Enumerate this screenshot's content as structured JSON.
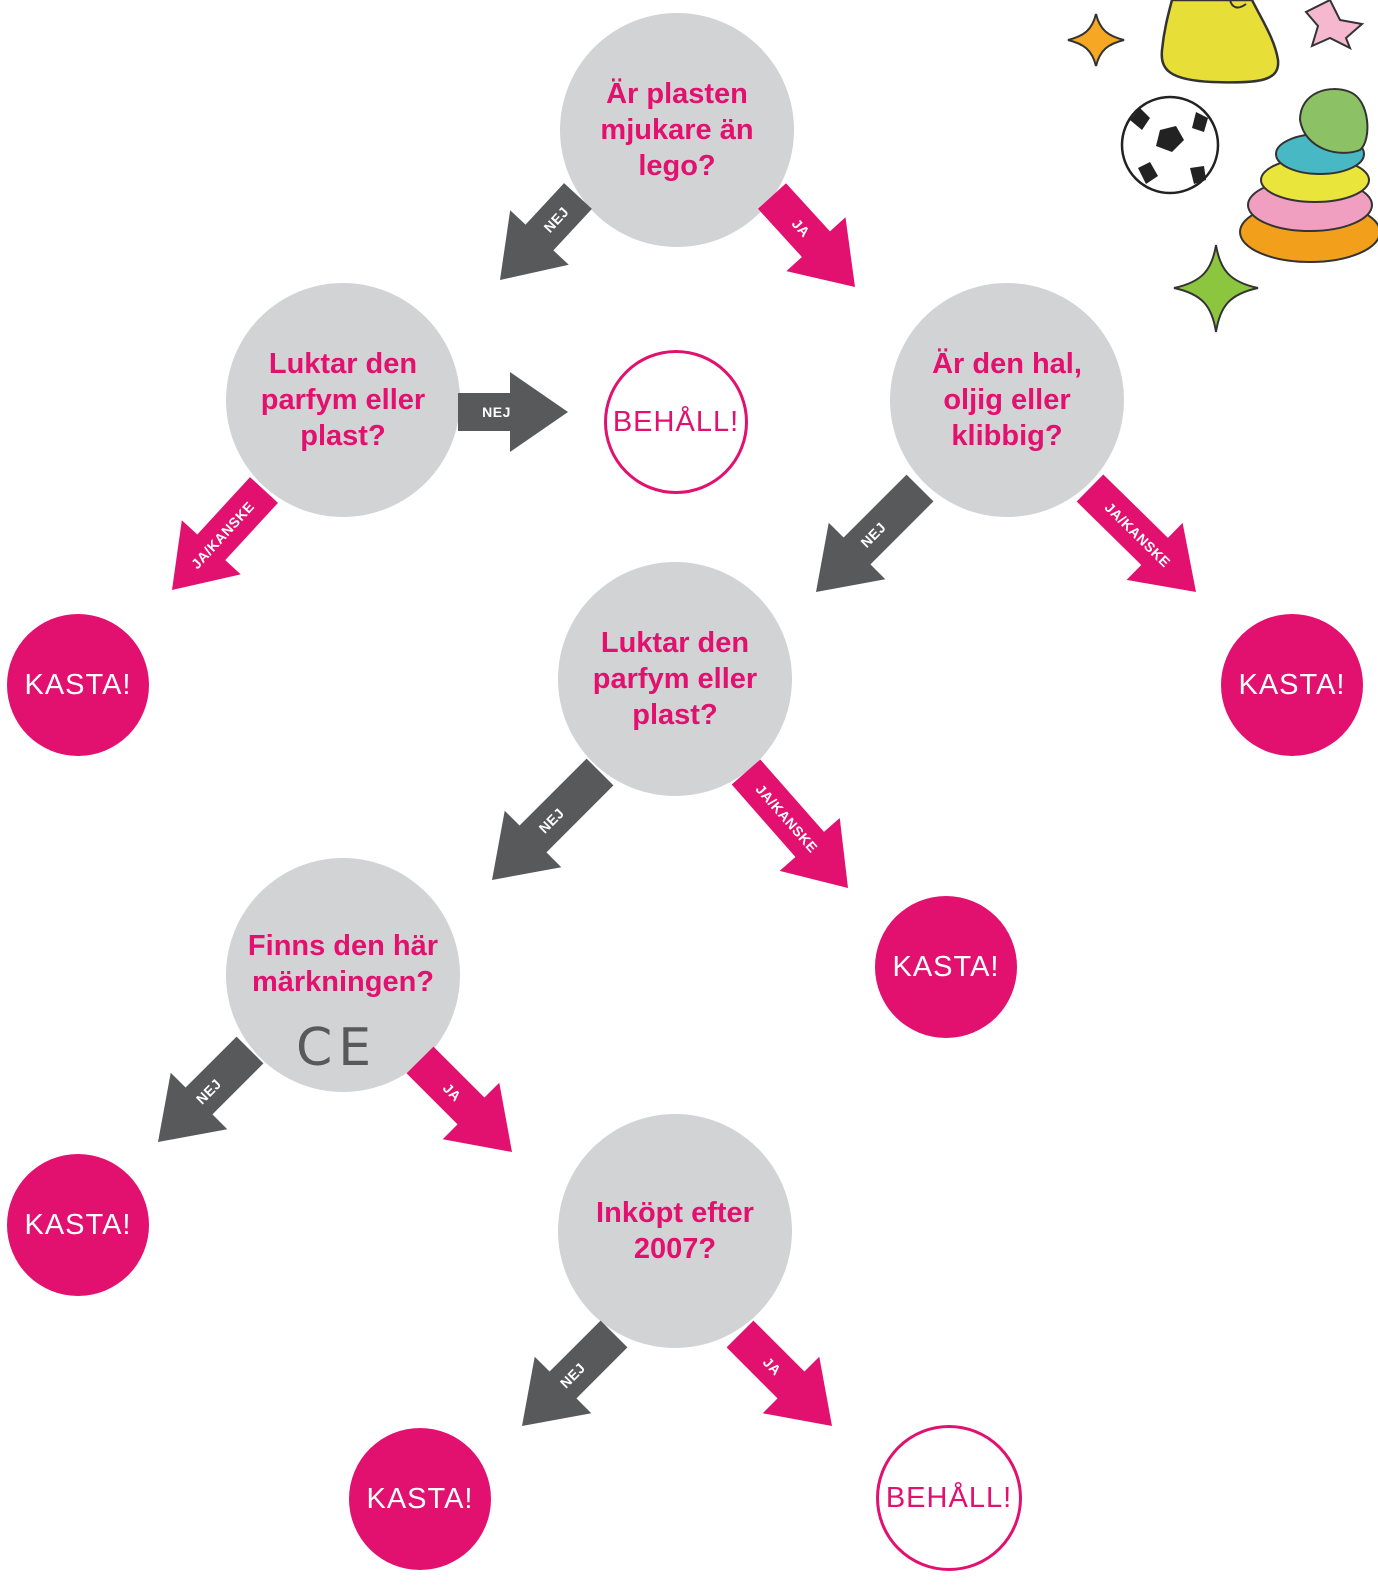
{
  "questions": {
    "q1": "Är plasten\nmjukare än\nlego?",
    "q2": "Luktar den\nparfym eller\nplast?",
    "q3": "Är den hal,\noljig eller\nklibbig?",
    "q4": "Luktar den\nparfym eller\nplast?",
    "q5": "Finns den här\nmärkningen?",
    "q6": "Inköpt efter\n2007?"
  },
  "ce_mark": "CE",
  "results": {
    "kasta": "KASTA!",
    "behall": "BEHÅLL!"
  },
  "labels": {
    "nej": "NEJ",
    "ja": "JA",
    "ja_kanske": "JA/KANSKE"
  },
  "colors": {
    "pink": "#e2106e",
    "grey_arrow": "#58595b",
    "grey_circle": "#d2d3d5"
  },
  "icons": [
    "star-icon",
    "bib-icon",
    "soccer-ball-icon",
    "ring-stack-toy-icon",
    "sparkle-icon"
  ]
}
